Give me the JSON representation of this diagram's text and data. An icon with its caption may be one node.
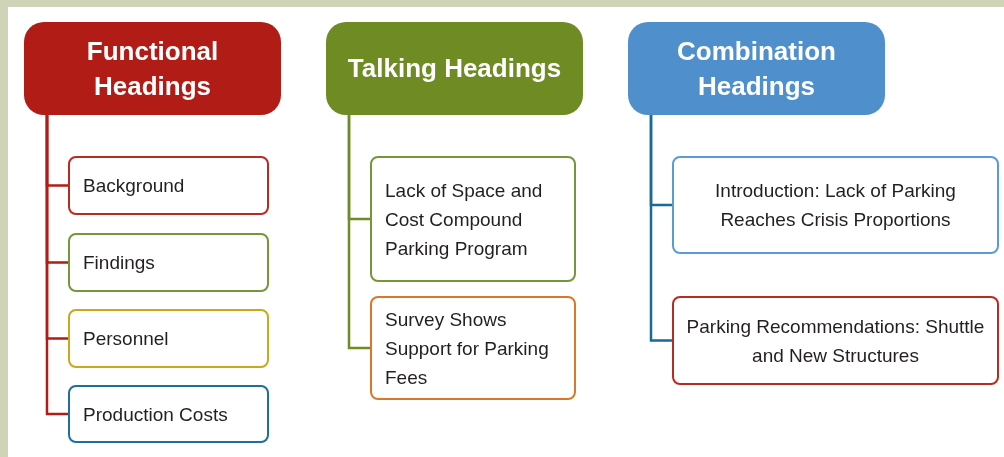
{
  "diagram": {
    "nodes": [
      {
        "text": [
          "Functional Headings"
        ]
      },
      {
        "text": [
          "Background"
        ]
      },
      {
        "text": [
          "Findings"
        ]
      },
      {
        "text": [
          "Personnel"
        ]
      },
      {
        "text": [
          "Production Costs"
        ]
      },
      {
        "text": [
          "Talking Headings"
        ]
      },
      {
        "text": [
          "Lack of Space and Cost Compound Parking Program"
        ]
      },
      {
        "text": [
          "Survey Shows Support for Parking Fees"
        ]
      },
      {
        "text": [
          "Combination Headings"
        ]
      },
      {
        "text": [
          "Introduction: Lack of Parking Reaches Crisis Proportions"
        ]
      },
      {
        "text": [
          "Parking Recommendations: Shuttle and New Structures"
        ]
      }
    ],
    "edges": [
      {
        "from": 0,
        "to": 1,
        "arrow": "none"
      },
      {
        "from": 0,
        "to": 2,
        "arrow": "none"
      },
      {
        "from": 0,
        "to": 3,
        "arrow": "none"
      },
      {
        "from": 0,
        "to": 4,
        "arrow": "none"
      },
      {
        "from": 5,
        "to": 6,
        "arrow": "none",
        "color": "#6e8b24"
      },
      {
        "from": 5,
        "to": 7,
        "arrow": "none",
        "color": "#6e8b24"
      },
      {
        "from": 8,
        "to": 9,
        "arrow": "none",
        "color": "#1a6a96"
      },
      {
        "from": 8,
        "to": 10,
        "arrow": "none",
        "color": "#1a6a96"
      }
    ]
  }
}
